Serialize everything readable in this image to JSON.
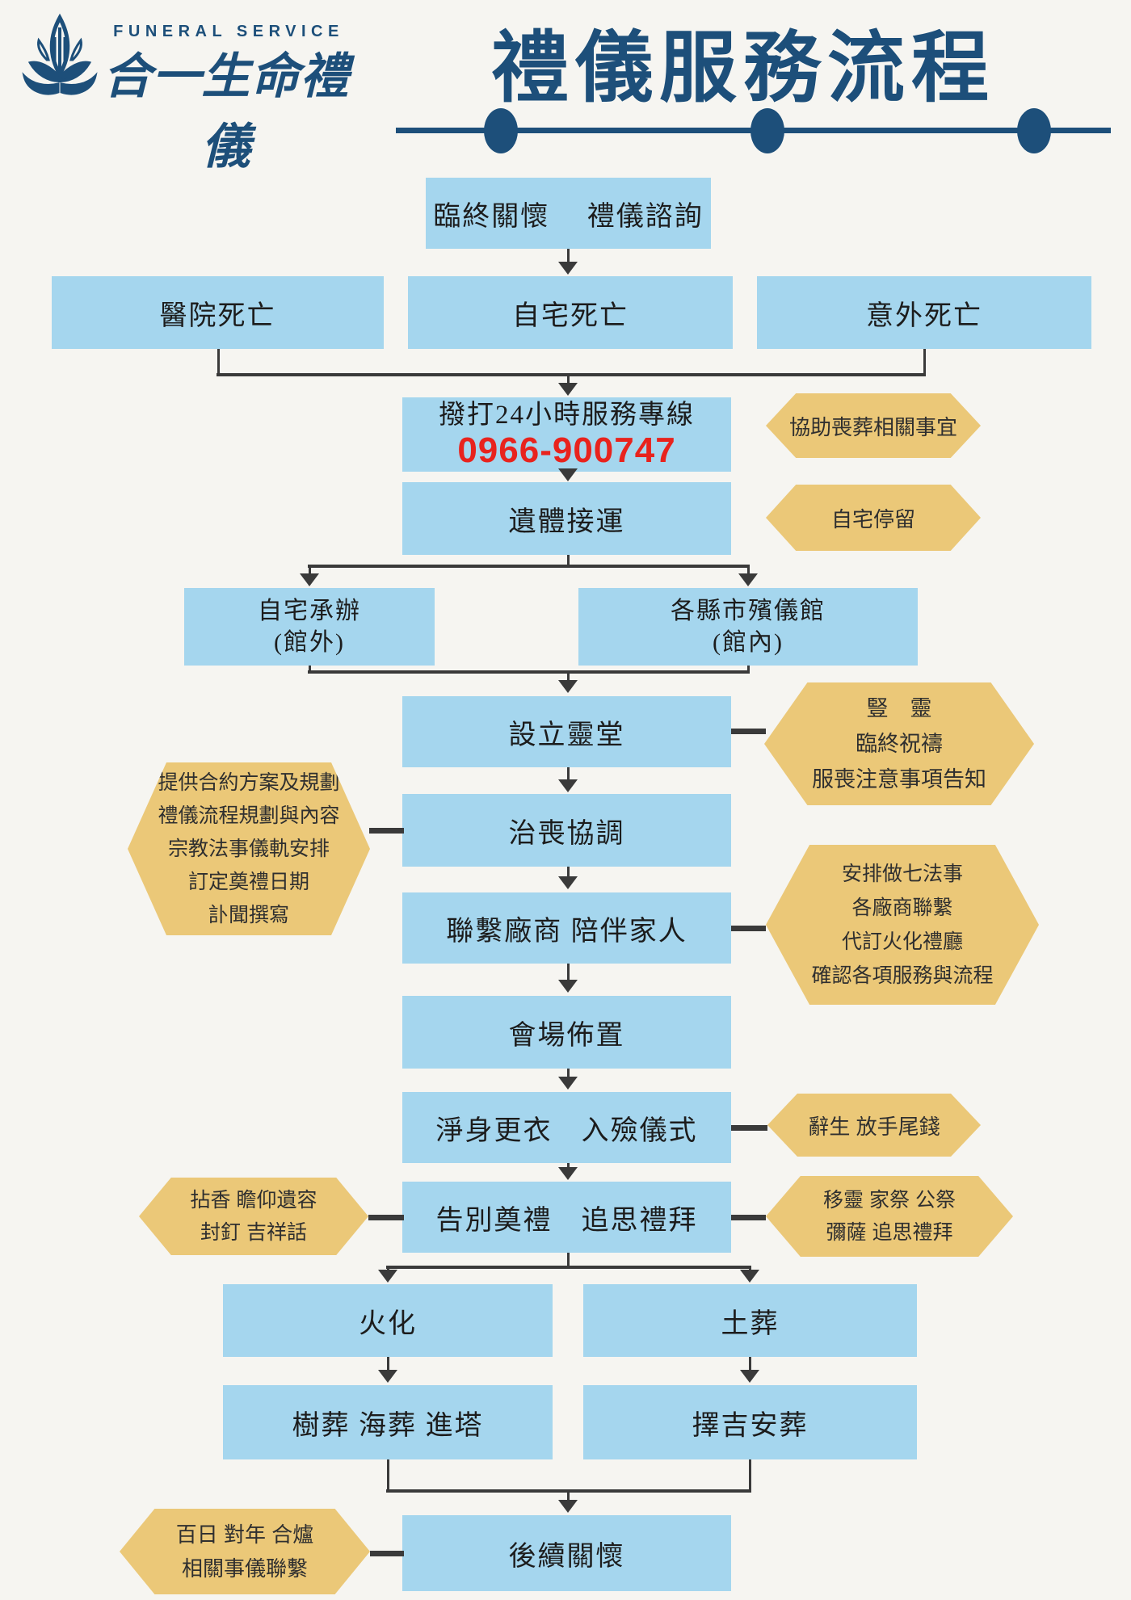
{
  "brand": {
    "en": "FUNERAL SERVICE",
    "zh": "合一生命禮儀"
  },
  "title": "禮儀服務流程",
  "hotline": {
    "label": "撥打24小時服務專線",
    "phone": "0966-900747"
  },
  "nodes": {
    "consult": "臨終關懷　 禮儀諮詢",
    "hospital": "醫院死亡",
    "home": "自宅死亡",
    "accident": "意外死亡",
    "transport": "遺體接運",
    "home_arrange": {
      "line1": "自宅承辦",
      "line2": "(館外)"
    },
    "mortuary": {
      "line1": "各縣市殯儀館",
      "line2": "(館內)"
    },
    "altar": "設立靈堂",
    "coordination": "治喪協調",
    "vendors": "聯繫廠商 陪伴家人",
    "venue": "會場佈置",
    "encoffin": "淨身更衣　入殮儀式",
    "farewell": "告別奠禮　追思禮拜",
    "cremation": "火化",
    "burial": "土葬",
    "tree_sea": "樹葬 海葬 進塔",
    "auspicious": "擇吉安葬",
    "aftercare": "後續關懷"
  },
  "callouts": {
    "assist": [
      "協助喪葬相關事宜"
    ],
    "home_stay": [
      "自宅停留"
    ],
    "altar_notes": [
      "豎　靈",
      "臨終祝禱",
      "服喪注意事項告知"
    ],
    "planning": [
      "提供合約方案及規劃",
      "禮儀流程規劃與內容",
      "宗教法事儀軌安排",
      "訂定奠禮日期",
      "訃聞撰寫"
    ],
    "vendor_notes": [
      "安排做七法事",
      "各廠商聯繫",
      "代訂火化禮廳",
      "確認各項服務與流程"
    ],
    "encoffin_notes": [
      "辭生 放手尾錢"
    ],
    "farewell_left": [
      "拈香 瞻仰遺容",
      "封釘 吉祥話"
    ],
    "farewell_right": [
      "移靈 家祭 公祭",
      "彌薩 追思禮拜"
    ],
    "aftercare_notes": [
      "百日 對年 合爐",
      "相關事儀聯繫"
    ]
  },
  "colors": {
    "navy": "#1d4f7a",
    "box_blue": "#a5d6ee",
    "hex_gold": "#ebc878",
    "phone_red": "#e8231d",
    "line": "#3a3a3a",
    "background": "#f6f5f1"
  }
}
